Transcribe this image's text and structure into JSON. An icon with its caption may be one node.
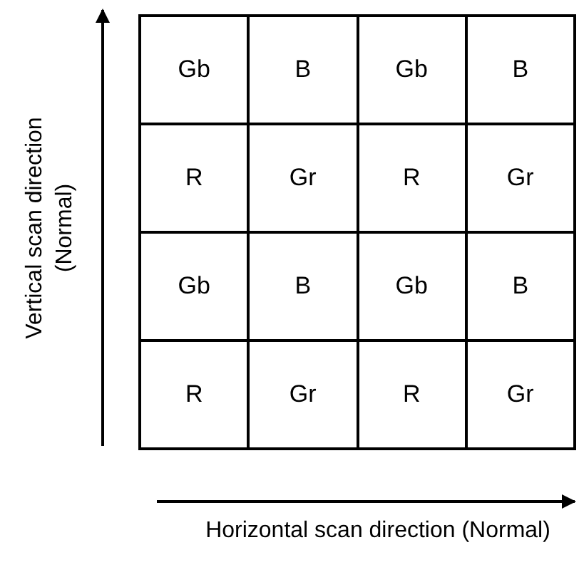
{
  "diagram": {
    "labels": [
      "Gb",
      "B",
      "Gb",
      "B",
      "R",
      "Gr",
      "R",
      "Gr",
      "Gb",
      "B",
      "Gb",
      "B",
      "R",
      "Gr",
      "R",
      "Gr",
      "Vertical scan direction (Normal)",
      "Horizontal scan direction (Normal)"
    ]
  }
}
